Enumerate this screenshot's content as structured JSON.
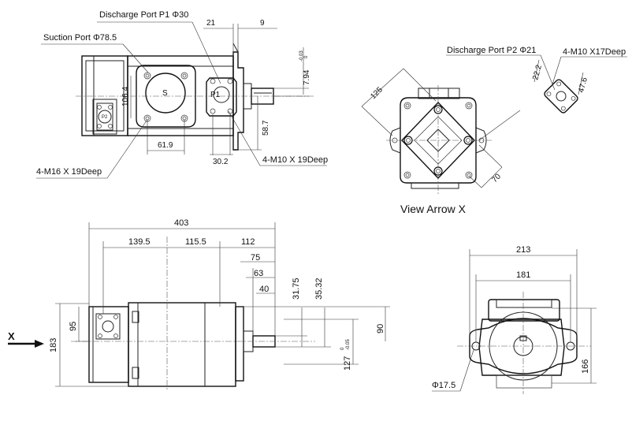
{
  "top_left_view": {
    "discharge_p1": "Discharge Port P1 Φ30",
    "suction": "Suction Port Φ78.5",
    "d21": "21",
    "d9": "9",
    "d794": "7.94",
    "tol794_upper": "-0.03",
    "tol794_lower": "0",
    "d1064": "106.4",
    "d587": "58.7",
    "d619": "61.9",
    "d302": "30.2",
    "m16": "4-M16 X 19Deep",
    "m10a": "4-M10 X 19Deep",
    "port_s": "S",
    "port_p1": "P1"
  },
  "top_right_view": {
    "discharge_p2": "Discharge Port P2 Φ21",
    "m10b": "4-M10 X17Deep",
    "d222": "22.2",
    "d476": "47.6",
    "d125": "125",
    "d70": "70",
    "caption": "View Arrow X"
  },
  "side_view": {
    "d403": "403",
    "d1395": "139.5",
    "d1155": "115.5",
    "d112": "112",
    "d75": "75",
    "d63": "63",
    "d40": "40",
    "d3175": "31.75",
    "d3532": "35.32",
    "d95": "95",
    "d183": "183",
    "d90": "90",
    "d127": "127",
    "tol127_upper": "0",
    "tol127_lower": "-0.05",
    "arrow_x": "X"
  },
  "end_view": {
    "d213": "213",
    "d181": "181",
    "d166": "166",
    "d175": "Φ17.5"
  }
}
